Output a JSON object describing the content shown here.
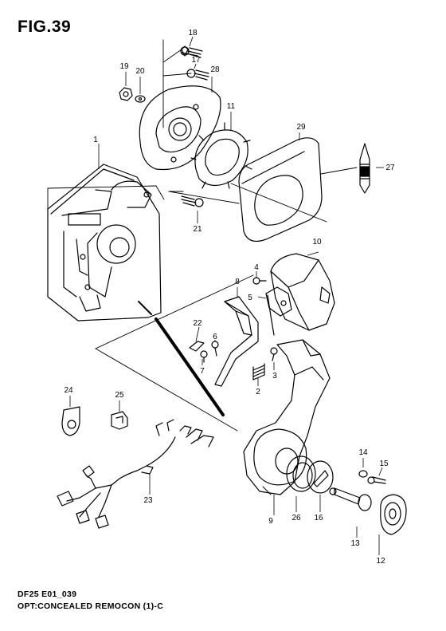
{
  "figure": {
    "title": "FIG.39",
    "footer_code": "DF25 E01_039",
    "footer_caption": "OPT:CONCEALED REMOCON (1)-C"
  },
  "callouts": [
    {
      "id": "c1",
      "label": "1"
    },
    {
      "id": "c2",
      "label": "2"
    },
    {
      "id": "c3",
      "label": "3"
    },
    {
      "id": "c4",
      "label": "4"
    },
    {
      "id": "c5",
      "label": "5"
    },
    {
      "id": "c6",
      "label": "6"
    },
    {
      "id": "c7",
      "label": "7"
    },
    {
      "id": "c8",
      "label": "8"
    },
    {
      "id": "c9",
      "label": "9"
    },
    {
      "id": "c10",
      "label": "10"
    },
    {
      "id": "c11",
      "label": "11"
    },
    {
      "id": "c12",
      "label": "12"
    },
    {
      "id": "c13",
      "label": "13"
    },
    {
      "id": "c14",
      "label": "14"
    },
    {
      "id": "c15",
      "label": "15"
    },
    {
      "id": "c16",
      "label": "16"
    },
    {
      "id": "c17",
      "label": "17"
    },
    {
      "id": "c18",
      "label": "18"
    },
    {
      "id": "c19",
      "label": "19"
    },
    {
      "id": "c20",
      "label": "20"
    },
    {
      "id": "c21",
      "label": "21"
    },
    {
      "id": "c22",
      "label": "22"
    },
    {
      "id": "c23",
      "label": "23"
    },
    {
      "id": "c24",
      "label": "24"
    },
    {
      "id": "c25",
      "label": "25"
    },
    {
      "id": "c26",
      "label": "26"
    },
    {
      "id": "c27",
      "label": "27"
    },
    {
      "id": "c28",
      "label": "28"
    },
    {
      "id": "c29",
      "label": "29"
    }
  ]
}
